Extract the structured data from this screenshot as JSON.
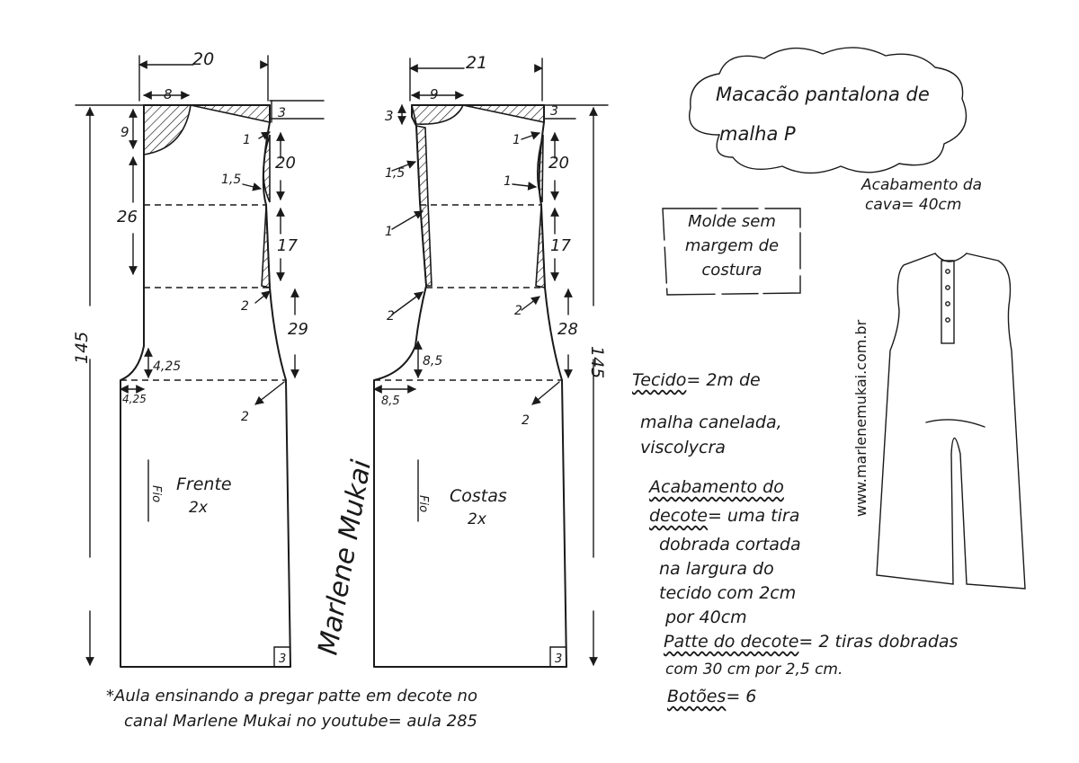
{
  "title": "Macacão pantalona de malha P",
  "notes": {
    "cava": [
      "Acabamento da",
      "cava= 40cm"
    ],
    "molde": [
      "Molde sem",
      "margem de",
      "costura"
    ],
    "tecido_label": "Tecido",
    "tecido_lines": [
      "= 2m de",
      "malha canelada,",
      "viscolycra"
    ],
    "decote_label": [
      "Acabamento do",
      "decote"
    ],
    "decote_lines": [
      "= uma tira",
      "dobrada cortada",
      "na largura do",
      "tecido com 2cm",
      "por 40cm"
    ],
    "patte_label": [
      "Patte do decote"
    ],
    "patte_lines": [
      "= 2 tiras dobradas",
      "com 30 cm por 2,5 cm."
    ],
    "botoes_label": "Botões",
    "botoes_value": "= 6",
    "footer": [
      "*Aula ensinando a pregar patte em decote no",
      "canal Marlene Mukai no youtube= aula 285"
    ],
    "website": "www.marlenemukai.com.br",
    "signature": "Marlene Mukai"
  },
  "front": {
    "label": "Frente",
    "count": "2x",
    "grain": "Fio",
    "dims": {
      "width": "20",
      "neck_width": "8",
      "neck_depth": "9",
      "shoulder_drop": "3",
      "shoulder_in": "1",
      "armhole": "20",
      "armhole_in": "1,5",
      "side1": "17",
      "side_in": "2",
      "crotch_len": "29",
      "crotch_depth": "4,25",
      "crotch_ext": "4,25",
      "leg_out": "2",
      "total": "145",
      "hem": "3",
      "body": "26"
    }
  },
  "back": {
    "label": "Costas",
    "count": "2x",
    "grain": "Fio",
    "dims": {
      "width": "21",
      "neck_width": "9",
      "neck_depth": "3",
      "shoulder_drop": "3",
      "shoulder_in": "1",
      "armhole": "20",
      "armhole_in": "1",
      "center_in1": "1,5",
      "center_in2": "1",
      "side1": "17",
      "side_in": "2",
      "center_in3": "2",
      "crotch_len": "28",
      "crotch_depth": "8,5",
      "crotch_ext": "8,5",
      "leg_out": "2",
      "total": "145",
      "hem": "3"
    }
  }
}
